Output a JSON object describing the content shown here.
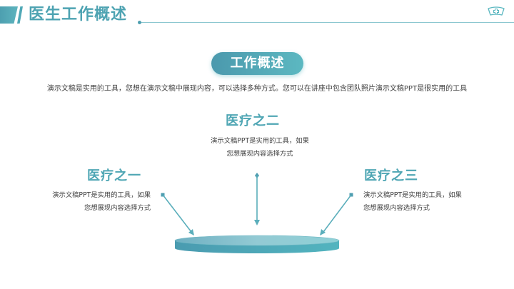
{
  "header": {
    "title": "医生工作概述",
    "icon": "nurse-cap-icon"
  },
  "badge": {
    "label": "工作概述"
  },
  "intro": {
    "text": "演示文稿是实用的工具，您想在演示文稿中展现内容，可以选择多种方式。您可以在讲座中包含团队照片演示文稿PPT是很实用的工具"
  },
  "items": [
    {
      "title": "医疗之一",
      "desc_line1": "演示文稿PPT是实用的工具，如果",
      "desc_line2": "您想展现内容选择方式"
    },
    {
      "title": "医疗之二",
      "desc_line1": "演示文稿PPT是实用的工具，如果",
      "desc_line2": "您想展现内容选择方式"
    },
    {
      "title": "医疗之三",
      "desc_line1": "演示文稿PPT是实用的工具，如果",
      "desc_line2": "您想展现内容选择方式"
    }
  ],
  "colors": {
    "accent": "#4fa6b4",
    "accent_light": "#5cb8c1",
    "accent_dark": "#4b99ad",
    "text": "#404040",
    "background": "#ffffff"
  }
}
